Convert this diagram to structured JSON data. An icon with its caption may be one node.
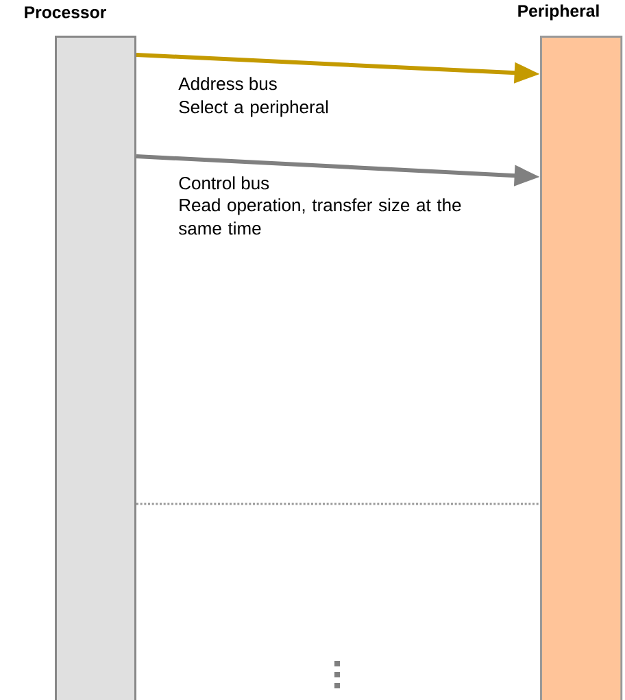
{
  "diagram": {
    "nodes": [
      {
        "text": [
          "Processor"
        ]
      },
      {
        "text": [
          "Peripheral"
        ]
      }
    ],
    "edges": [
      {
        "from": 0,
        "to": 1,
        "arrow": "to",
        "label": "Address bus",
        "color": "#c49a00"
      },
      {
        "from": 0,
        "to": 1,
        "arrow": "to",
        "label": "Control bus",
        "color": "#808080"
      },
      {
        "from": 0,
        "to": 1,
        "arrow": "none",
        "style": "dashed",
        "color": "#999999"
      }
    ],
    "labels": [
      "Select a peripheral",
      "Read operation, transfer size at the same time"
    ]
  }
}
